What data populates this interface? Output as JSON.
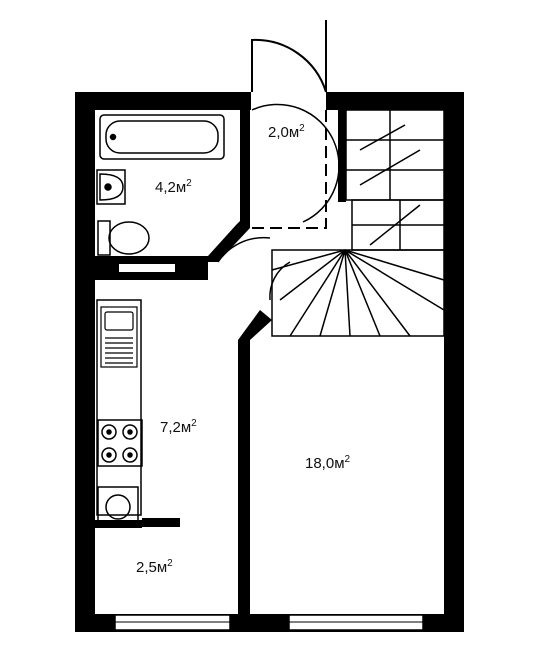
{
  "plan": {
    "wall_color": "#000000",
    "fill_color": "#ffffff",
    "rooms": [
      {
        "id": "vestibule",
        "area": "2,0м",
        "exp": "2"
      },
      {
        "id": "bathroom",
        "area": "4,2м",
        "exp": "2"
      },
      {
        "id": "kitchen",
        "area": "7,2м",
        "exp": "2"
      },
      {
        "id": "living-room",
        "area": "18,0м",
        "exp": "2"
      },
      {
        "id": "hallway",
        "area": "2,5м",
        "exp": "2"
      }
    ],
    "fixtures": [
      "bathtub",
      "washbasin",
      "toilet",
      "kitchen-sink",
      "stove",
      "washing-machine",
      "staircase"
    ]
  }
}
